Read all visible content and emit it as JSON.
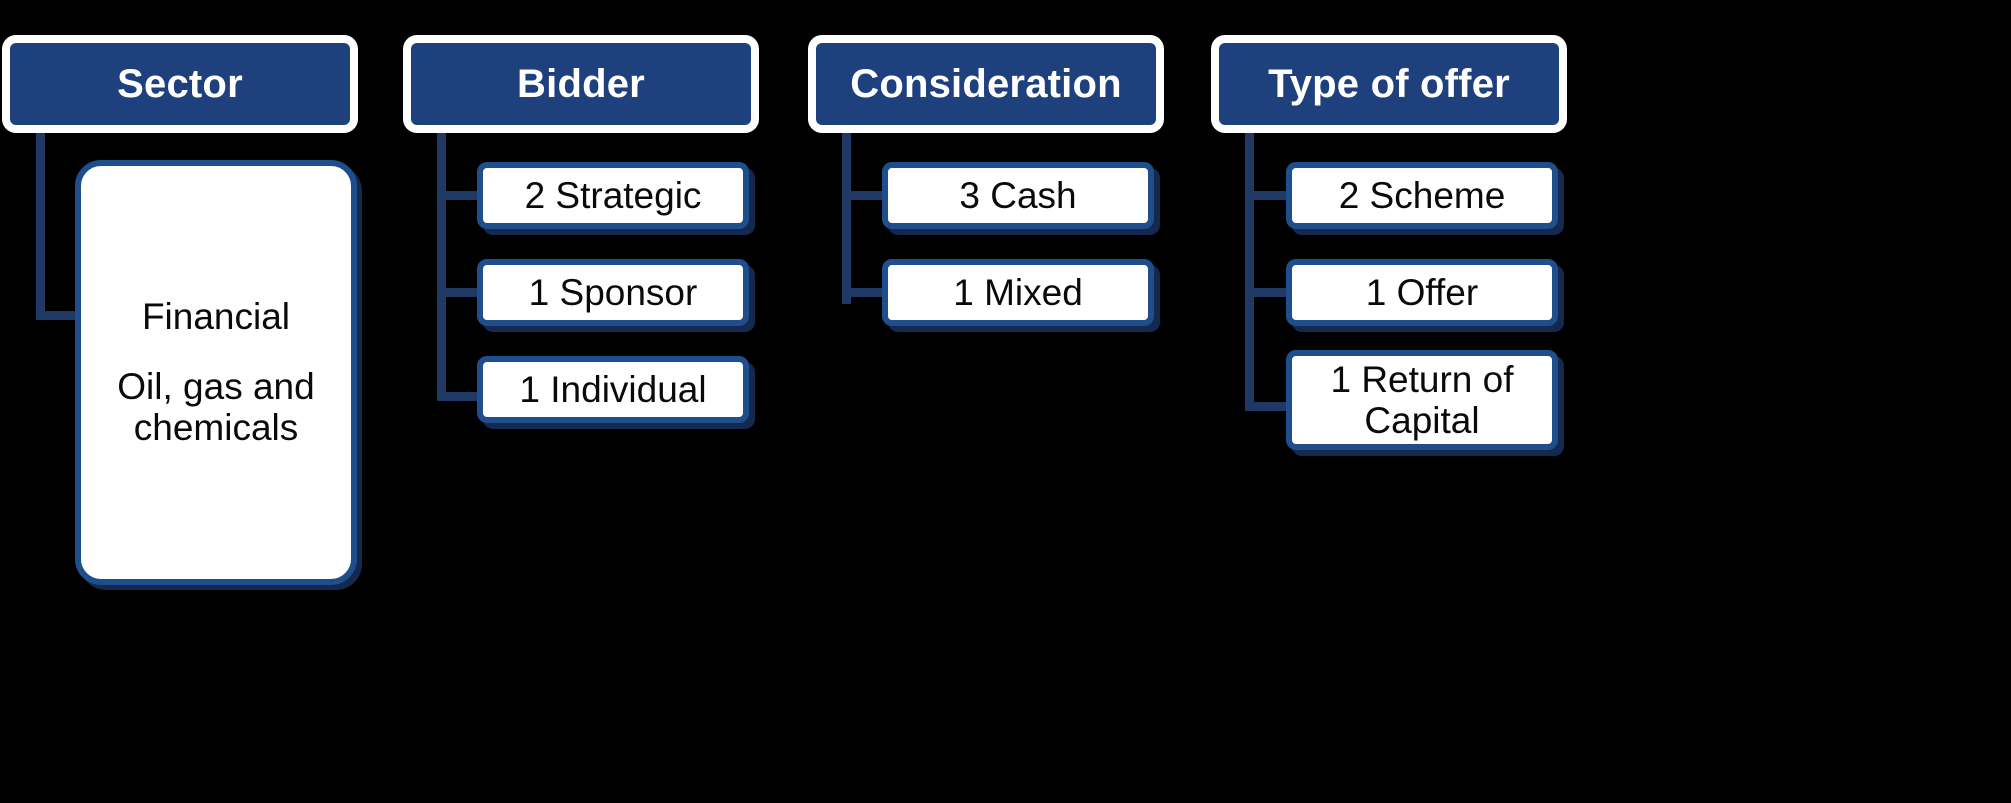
{
  "diagram": {
    "type": "org-chart",
    "background_color": "#000000",
    "header_fill": "#1E407D",
    "header_text_color": "#FFFFFF",
    "node_border_color": "#1F4E8C",
    "node_fill": "#FFFFFF",
    "connector_color": "#1F3864",
    "columns": [
      {
        "id": "sector",
        "header": "Sector",
        "children": [
          {
            "line1": "Financial",
            "line2": "Oil, gas and",
            "line3": "chemicals"
          }
        ]
      },
      {
        "id": "bidder",
        "header": "Bidder",
        "children": [
          {
            "label": "2 Strategic"
          },
          {
            "label": "1 Sponsor"
          },
          {
            "label": "1 Individual"
          }
        ]
      },
      {
        "id": "consideration",
        "header": "Consideration",
        "children": [
          {
            "label": "3 Cash"
          },
          {
            "label": "1 Mixed"
          }
        ]
      },
      {
        "id": "type_of_offer",
        "header": "Type of offer",
        "children": [
          {
            "label": "2 Scheme"
          },
          {
            "label": "1 Offer"
          },
          {
            "line1": "1 Return of",
            "line2": "Capital"
          }
        ]
      }
    ]
  }
}
